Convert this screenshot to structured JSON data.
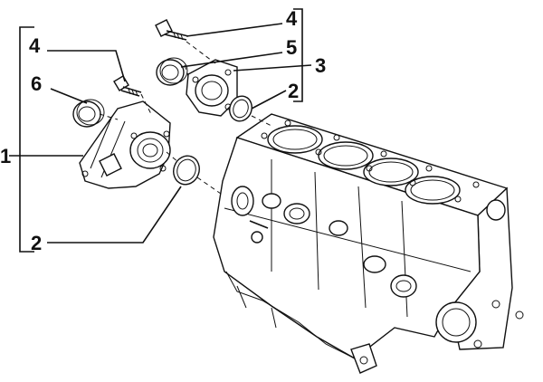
{
  "callouts": {
    "c1": "1",
    "c2_upper": "2",
    "c2_lower": "2",
    "c3": "3",
    "c4_upper": "4",
    "c4_left": "4",
    "c5": "5",
    "c6": "6"
  },
  "colors": {
    "ink": "#111111",
    "paper": "#ffffff"
  }
}
